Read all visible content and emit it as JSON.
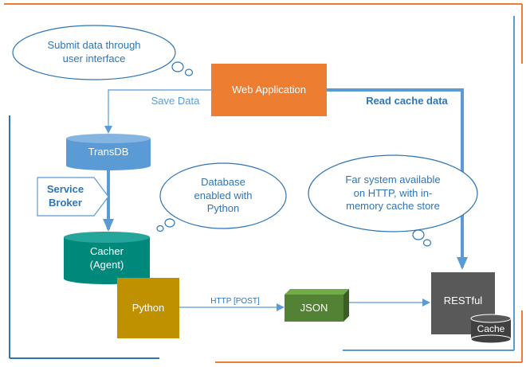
{
  "nodes": {
    "web_app": "Web Application",
    "transdb": "TransDB",
    "cacher": "Cacher\n(Agent)",
    "python": "Python",
    "json": "JSON",
    "restful": "RESTful",
    "cache": "Cache"
  },
  "edges": {
    "save_data": "Save Data",
    "read_cache_data": "Read cache data",
    "service_broker": "Service\nBroker",
    "http_post": "HTTP [POST]"
  },
  "callouts": {
    "submit": "Submit data through\nuser interface",
    "database": "Database\nenabled with\nPython",
    "far_system": "Far system available\non HTTP, with in-\nmemory cache store"
  },
  "colors": {
    "orange": "#ED7D31",
    "blue": "#5B9BD5",
    "dark_blue": "#2E75B6",
    "teal": "#00897B",
    "gold": "#BF9000",
    "green": "#548235",
    "gray": "#595959",
    "dark_gray": "#404040"
  }
}
